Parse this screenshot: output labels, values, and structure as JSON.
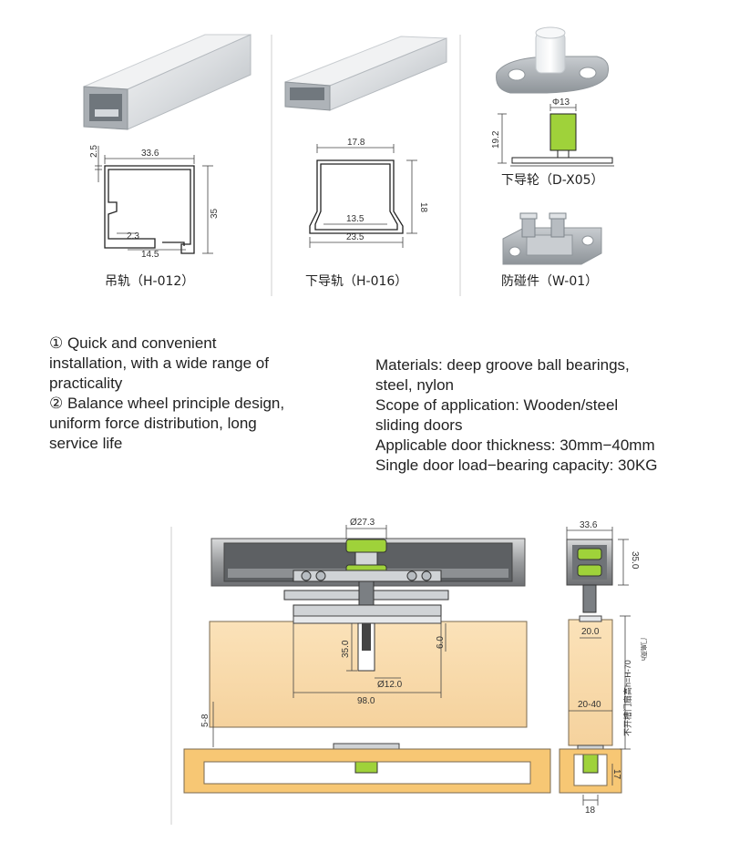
{
  "top_parts": {
    "hanging_rail": {
      "caption": "吊轨（H-012）",
      "dims": {
        "width": "33.6",
        "lip": "2.5",
        "height": "35",
        "gap": "2.3",
        "slot": "14.5"
      }
    },
    "lower_rail": {
      "caption": "下导轨（H-016）",
      "dims": {
        "top": "17.8",
        "height": "18",
        "inner": "13.5",
        "base": "23.5"
      }
    },
    "lower_guide_wheel": {
      "caption": "下导轮（D-X05）",
      "dims": {
        "diameter": "Φ13",
        "height": "19.2"
      }
    },
    "anti_collision": {
      "caption": "防碰件（W-01）"
    }
  },
  "features": {
    "left": [
      "① Quick and convenient",
      "installation, with a wide range of",
      "practicality",
      "② Balance wheel principle design,",
      "uniform force distribution, long",
      "service life"
    ],
    "right": [
      "Materials: deep groove ball bearings,",
      "steel, nylon",
      "Scope of application: Wooden/steel",
      "sliding doors",
      "Applicable door thickness: 30mm−40mm",
      "Single door load−bearing capacity: 30KG"
    ]
  },
  "assembly": {
    "front": {
      "wheel_dia": "Ø27.3",
      "bolt_len": "35.0",
      "plate_h": "6.0",
      "hole_dia": "Ø12.0",
      "spacing": "98.0",
      "gap": "5-8"
    },
    "side": {
      "rail_w": "33.6",
      "rail_h": "35.0",
      "top_w": "20.0",
      "door_t": "20-40",
      "vertical_note": "不开槽门扇高h=H-70",
      "vertical_note_small": "门扇高h",
      "bottom_h": "17",
      "bottom_w": "18"
    }
  }
}
